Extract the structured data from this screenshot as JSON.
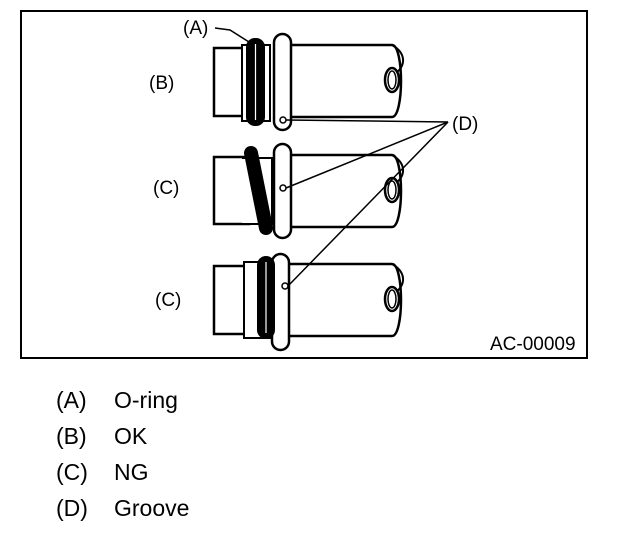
{
  "figure": {
    "code": "AC-00009",
    "callouts": {
      "a": "(A)",
      "b": "(B)",
      "c1": "(C)",
      "c2": "(C)",
      "d": "(D)"
    }
  },
  "legend": [
    {
      "key": "(A)",
      "text": "O-ring"
    },
    {
      "key": "(B)",
      "text": "OK"
    },
    {
      "key": "(C)",
      "text": "NG"
    },
    {
      "key": "(D)",
      "text": "Groove"
    }
  ]
}
